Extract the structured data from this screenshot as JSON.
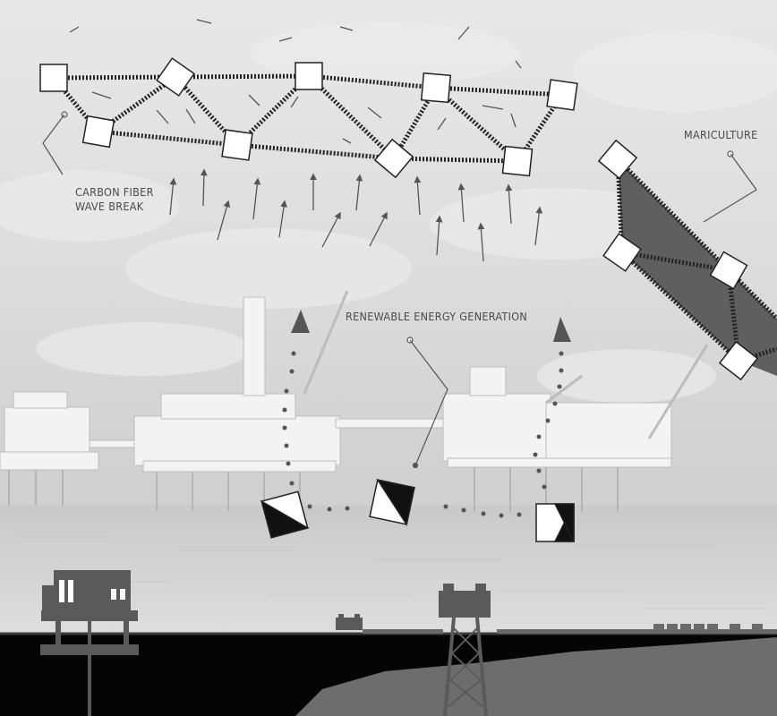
{
  "labels": {
    "wave_break_line1": "CARBON FIBER",
    "wave_break_line2": "WAVE BREAK",
    "mariculture": "MARICULTURE",
    "renewable": "RENEWABLE ENERGY GENERATION"
  },
  "colors": {
    "sky_top": "#e6e6e6",
    "sky_bottom": "#cfcfcf",
    "sea": "#d2d2d2",
    "seabed": "#050505",
    "rock": "#6e6e6e",
    "platform": "#f2f2f2",
    "structure_dark": "#2b2b2b",
    "mariculture_fill": "#5f5f5f",
    "annotation": "#555555"
  },
  "icons": {
    "wave_nodes": "white-square-node",
    "turbines": "half-black-square",
    "flow": "dotted-arrow",
    "subsea": "seafloor-structure"
  }
}
